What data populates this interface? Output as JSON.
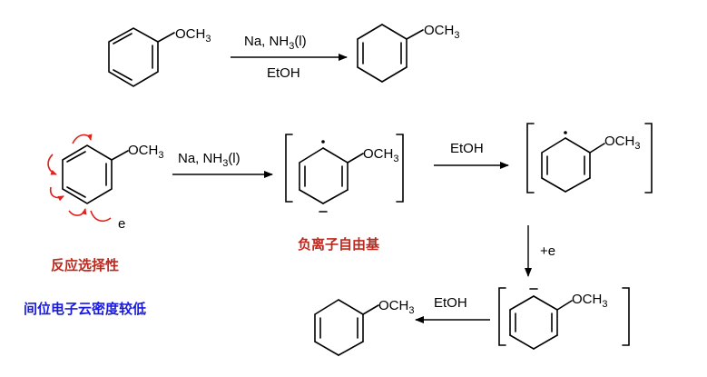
{
  "labels": {
    "och3_main": "OCH",
    "och3_sub": "3",
    "e": "e",
    "plus_e": "+e"
  },
  "reagents": {
    "top_line1_a": "Na, NH",
    "top_line1_sub": "3",
    "top_line1_b": "(l)",
    "top_line2": "EtOH",
    "step1_a": "Na, NH",
    "step1_sub": "3",
    "step1_b": "(l)",
    "step2": "EtOH",
    "step4": "EtOH"
  },
  "annotations": {
    "regioselectivity": "反应选择性",
    "low_meta_density": "间位电子云密度较低",
    "radical_anion": "负离子自由基"
  },
  "colors": {
    "red": "#c0281e",
    "blue": "#1a1adc",
    "arrow_red": "#e0221c"
  }
}
